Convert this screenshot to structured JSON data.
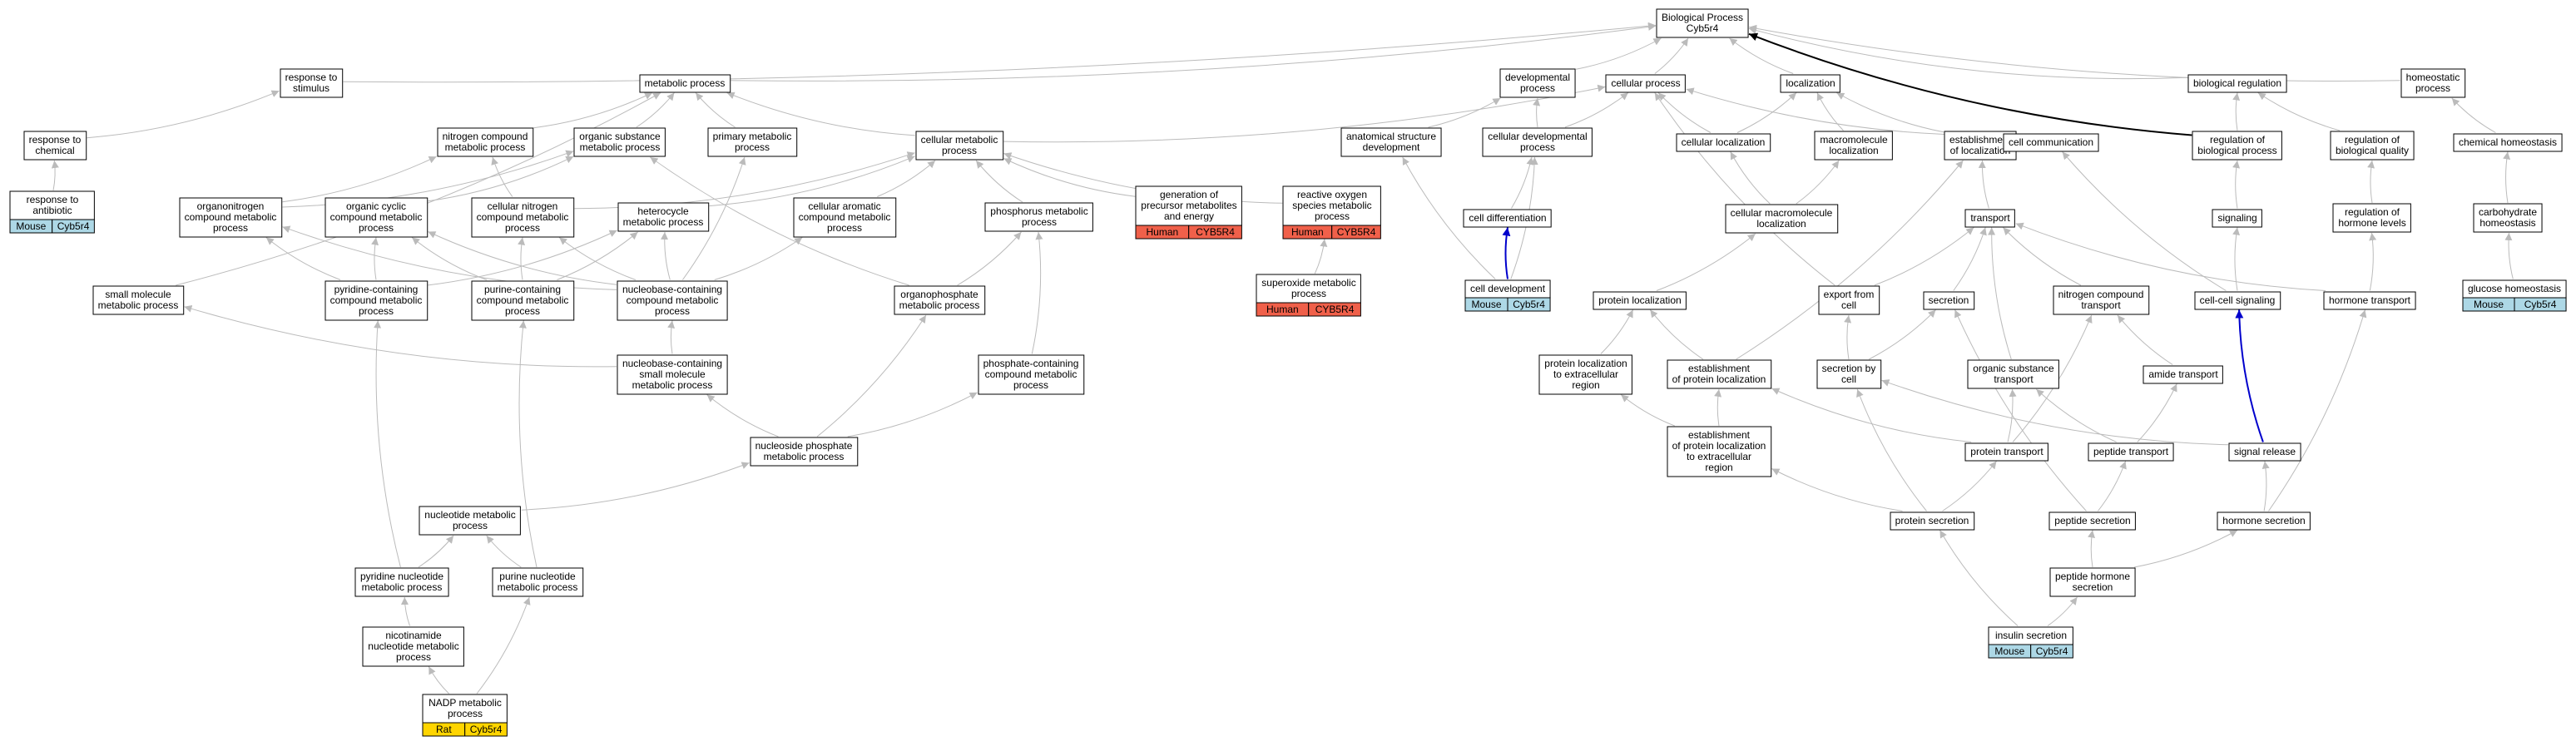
{
  "graph": {
    "colors": {
      "edge": "#bbbbbb",
      "edge_strong": "#000000",
      "edge_blue": "#0000cc",
      "node_border": "#000000",
      "mouse": "#add8e6",
      "human": "#f0604a",
      "rat": "#ffd500"
    },
    "nodes": [
      {
        "id": "root",
        "label": [
          "Biological Process",
          "Cyb5r4"
        ]
      },
      {
        "id": "metabolic",
        "label": [
          "metabolic process"
        ]
      },
      {
        "id": "response_stim",
        "label": [
          "response to",
          "stimulus"
        ]
      },
      {
        "id": "response_chem",
        "label": [
          "response to",
          "chemical"
        ]
      },
      {
        "id": "response_anti",
        "label": [
          "response to",
          "antibiotic"
        ],
        "badge": {
          "org": "Mouse",
          "gene": "Cyb5r4",
          "color": "mouse"
        }
      },
      {
        "id": "nitrogen_cmp",
        "label": [
          "nitrogen compound",
          "metabolic process"
        ]
      },
      {
        "id": "organic_sub",
        "label": [
          "organic substance",
          "metabolic process"
        ]
      },
      {
        "id": "primary",
        "label": [
          "primary metabolic",
          "process"
        ]
      },
      {
        "id": "cellular_met",
        "label": [
          "cellular metabolic",
          "process"
        ]
      },
      {
        "id": "organonitrogen",
        "label": [
          "organonitrogen",
          "compound metabolic",
          "process"
        ]
      },
      {
        "id": "organic_cyclic",
        "label": [
          "organic cyclic",
          "compound metabolic",
          "process"
        ]
      },
      {
        "id": "cell_nitrogen",
        "label": [
          "cellular nitrogen",
          "compound metabolic",
          "process"
        ]
      },
      {
        "id": "heterocycle",
        "label": [
          "heterocycle",
          "metabolic process"
        ]
      },
      {
        "id": "cell_aromatic",
        "label": [
          "cellular aromatic",
          "compound metabolic",
          "process"
        ]
      },
      {
        "id": "phosphorus",
        "label": [
          "phosphorus metabolic",
          "process"
        ]
      },
      {
        "id": "precursor",
        "label": [
          "generation of",
          "precursor metabolites",
          "and energy"
        ],
        "badge": {
          "org": "Human",
          "gene": "CYB5R4",
          "color": "human"
        }
      },
      {
        "id": "ros",
        "label": [
          "reactive oxygen",
          "species metabolic",
          "process"
        ],
        "badge": {
          "org": "Human",
          "gene": "CYB5R4",
          "color": "human"
        }
      },
      {
        "id": "superoxide",
        "label": [
          "superoxide metabolic",
          "process"
        ],
        "badge": {
          "org": "Human",
          "gene": "CYB5R4",
          "color": "human"
        }
      },
      {
        "id": "small_mol",
        "label": [
          "small molecule",
          "metabolic process"
        ]
      },
      {
        "id": "pyridine_cmp",
        "label": [
          "pyridine-containing",
          "compound metabolic",
          "process"
        ]
      },
      {
        "id": "purine_cmp",
        "label": [
          "purine-containing",
          "compound metabolic",
          "process"
        ]
      },
      {
        "id": "nucleobase_cmp",
        "label": [
          "nucleobase-containing",
          "compound metabolic",
          "process"
        ]
      },
      {
        "id": "organophosphate",
        "label": [
          "organophosphate",
          "metabolic process"
        ]
      },
      {
        "id": "nucleobase_small",
        "label": [
          "nucleobase-containing",
          "small molecule",
          "metabolic process"
        ]
      },
      {
        "id": "phosphate_cmp",
        "label": [
          "phosphate-containing",
          "compound metabolic",
          "process"
        ]
      },
      {
        "id": "nucleoside_phos",
        "label": [
          "nucleoside phosphate",
          "metabolic process"
        ]
      },
      {
        "id": "nucleotide",
        "label": [
          "nucleotide metabolic",
          "process"
        ]
      },
      {
        "id": "pyridine_nuc",
        "label": [
          "pyridine nucleotide",
          "metabolic process"
        ]
      },
      {
        "id": "purine_nuc",
        "label": [
          "purine nucleotide",
          "metabolic process"
        ]
      },
      {
        "id": "nicotinamide",
        "label": [
          "nicotinamide",
          "nucleotide metabolic",
          "process"
        ]
      },
      {
        "id": "nadp",
        "label": [
          "NADP metabolic",
          "process"
        ],
        "badge": {
          "org": "Rat",
          "gene": "Cyb5r4",
          "color": "rat"
        }
      },
      {
        "id": "developmental",
        "label": [
          "developmental",
          "process"
        ]
      },
      {
        "id": "anatomical",
        "label": [
          "anatomical structure",
          "development"
        ]
      },
      {
        "id": "cellular_proc",
        "label": [
          "cellular process"
        ]
      },
      {
        "id": "cell_dev_proc",
        "label": [
          "cellular developmental",
          "process"
        ]
      },
      {
        "id": "cell_diff",
        "label": [
          "cell differentiation"
        ]
      },
      {
        "id": "cell_dev",
        "label": [
          "cell development"
        ],
        "badge": {
          "org": "Mouse",
          "gene": "Cyb5r4",
          "color": "mouse"
        }
      },
      {
        "id": "localization",
        "label": [
          "localization"
        ]
      },
      {
        "id": "cell_loc",
        "label": [
          "cellular localization"
        ]
      },
      {
        "id": "macro_loc",
        "label": [
          "macromolecule",
          "localization"
        ]
      },
      {
        "id": "est_loc",
        "label": [
          "establishment",
          "of localization"
        ]
      },
      {
        "id": "cell_comm",
        "label": [
          "cell communication"
        ]
      },
      {
        "id": "cell_macro_loc",
        "label": [
          "cellular macromolecule",
          "localization"
        ]
      },
      {
        "id": "transport",
        "label": [
          "transport"
        ]
      },
      {
        "id": "protein_loc",
        "label": [
          "protein localization"
        ]
      },
      {
        "id": "export",
        "label": [
          "export from",
          "cell"
        ]
      },
      {
        "id": "secretion",
        "label": [
          "secretion"
        ]
      },
      {
        "id": "nitrogen_trans",
        "label": [
          "nitrogen compound",
          "transport"
        ]
      },
      {
        "id": "protein_loc_extra",
        "label": [
          "protein localization",
          "to extracellular",
          "region"
        ]
      },
      {
        "id": "est_protein_loc",
        "label": [
          "establishment",
          "of protein localization"
        ]
      },
      {
        "id": "secretion_cell",
        "label": [
          "secretion by",
          "cell"
        ]
      },
      {
        "id": "organic_trans",
        "label": [
          "organic substance",
          "transport"
        ]
      },
      {
        "id": "amide_trans",
        "label": [
          "amide transport"
        ]
      },
      {
        "id": "est_protein_extra",
        "label": [
          "establishment",
          "of protein localization",
          "to extracellular",
          "region"
        ]
      },
      {
        "id": "protein_trans",
        "label": [
          "protein transport"
        ]
      },
      {
        "id": "peptide_trans",
        "label": [
          "peptide transport"
        ]
      },
      {
        "id": "protein_secr",
        "label": [
          "protein secretion"
        ]
      },
      {
        "id": "peptide_secr",
        "label": [
          "peptide secretion"
        ]
      },
      {
        "id": "peptide_hormone",
        "label": [
          "peptide hormone",
          "secretion"
        ]
      },
      {
        "id": "insulin",
        "label": [
          "insulin secretion"
        ],
        "badge": {
          "org": "Mouse",
          "gene": "Cyb5r4",
          "color": "mouse"
        }
      },
      {
        "id": "bio_reg",
        "label": [
          "biological regulation"
        ]
      },
      {
        "id": "reg_bio",
        "label": [
          "regulation of",
          "biological process"
        ]
      },
      {
        "id": "reg_quality",
        "label": [
          "regulation of",
          "biological quality"
        ]
      },
      {
        "id": "signaling",
        "label": [
          "signaling"
        ]
      },
      {
        "id": "reg_hormone",
        "label": [
          "regulation of",
          "hormone levels"
        ]
      },
      {
        "id": "cc_signaling",
        "label": [
          "cell-cell signaling"
        ]
      },
      {
        "id": "hormone_trans",
        "label": [
          "hormone transport"
        ]
      },
      {
        "id": "signal_release",
        "label": [
          "signal release"
        ]
      },
      {
        "id": "hormone_secr",
        "label": [
          "hormone secretion"
        ]
      },
      {
        "id": "homeostatic",
        "label": [
          "homeostatic",
          "process"
        ]
      },
      {
        "id": "chem_homeo",
        "label": [
          "chemical homeostasis"
        ]
      },
      {
        "id": "carb_homeo",
        "label": [
          "carbohydrate",
          "homeostasis"
        ]
      },
      {
        "id": "glucose_homeo",
        "label": [
          "glucose homeostasis"
        ],
        "badge": {
          "org": "Mouse",
          "gene": "Cyb5r4",
          "color": "mouse"
        }
      }
    ],
    "edges": [
      [
        "metabolic",
        "root"
      ],
      [
        "response_stim",
        "root"
      ],
      [
        "developmental",
        "root"
      ],
      [
        "cellular_proc",
        "root"
      ],
      [
        "localization",
        "root"
      ],
      [
        "bio_reg",
        "root"
      ],
      [
        "homeostatic",
        "root"
      ],
      [
        "reg_bio",
        "root",
        "strong"
      ],
      [
        "response_chem",
        "response_stim"
      ],
      [
        "response_anti",
        "response_chem"
      ],
      [
        "nitrogen_cmp",
        "metabolic"
      ],
      [
        "organic_sub",
        "metabolic"
      ],
      [
        "primary",
        "metabolic"
      ],
      [
        "cellular_met",
        "metabolic"
      ],
      [
        "small_mol",
        "metabolic"
      ],
      [
        "cellular_met",
        "cellular_proc"
      ],
      [
        "organonitrogen",
        "nitrogen_cmp"
      ],
      [
        "organonitrogen",
        "organic_sub"
      ],
      [
        "organic_cyclic",
        "organic_sub"
      ],
      [
        "cell_nitrogen",
        "nitrogen_cmp"
      ],
      [
        "cell_nitrogen",
        "cellular_met"
      ],
      [
        "heterocycle",
        "cellular_met"
      ],
      [
        "cell_aromatic",
        "cellular_met"
      ],
      [
        "phosphorus",
        "cellular_met"
      ],
      [
        "precursor",
        "cellular_met"
      ],
      [
        "ros",
        "cellular_met"
      ],
      [
        "superoxide",
        "ros"
      ],
      [
        "pyridine_cmp",
        "organonitrogen"
      ],
      [
        "pyridine_cmp",
        "organic_cyclic"
      ],
      [
        "pyridine_cmp",
        "heterocycle"
      ],
      [
        "purine_cmp",
        "organic_cyclic"
      ],
      [
        "purine_cmp",
        "cell_nitrogen"
      ],
      [
        "purine_cmp",
        "heterocycle"
      ],
      [
        "nucleobase_cmp",
        "organic_cyclic"
      ],
      [
        "nucleobase_cmp",
        "cell_nitrogen"
      ],
      [
        "nucleobase_cmp",
        "heterocycle"
      ],
      [
        "nucleobase_cmp",
        "cell_aromatic"
      ],
      [
        "nucleobase_cmp",
        "organonitrogen"
      ],
      [
        "nucleobase_cmp",
        "primary"
      ],
      [
        "organophosphate",
        "phosphorus"
      ],
      [
        "organophosphate",
        "organic_sub"
      ],
      [
        "nucleobase_small",
        "nucleobase_cmp"
      ],
      [
        "nucleobase_small",
        "small_mol"
      ],
      [
        "phosphate_cmp",
        "phosphorus"
      ],
      [
        "nucleoside_phos",
        "nucleobase_small"
      ],
      [
        "nucleoside_phos",
        "organophosphate"
      ],
      [
        "nucleoside_phos",
        "phosphate_cmp"
      ],
      [
        "nucleotide",
        "nucleoside_phos"
      ],
      [
        "pyridine_nuc",
        "nucleotide"
      ],
      [
        "pyridine_nuc",
        "pyridine_cmp"
      ],
      [
        "purine_nuc",
        "nucleotide"
      ],
      [
        "purine_nuc",
        "purine_cmp"
      ],
      [
        "nicotinamide",
        "pyridine_nuc"
      ],
      [
        "nadp",
        "nicotinamide"
      ],
      [
        "nadp",
        "purine_nuc"
      ],
      [
        "anatomical",
        "developmental"
      ],
      [
        "cell_dev_proc",
        "developmental"
      ],
      [
        "cell_dev_proc",
        "cellular_proc"
      ],
      [
        "cell_diff",
        "cell_dev_proc"
      ],
      [
        "cell_dev",
        "cell_diff",
        "blue"
      ],
      [
        "cell_dev",
        "anatomical"
      ],
      [
        "cell_dev",
        "cell_dev_proc"
      ],
      [
        "cell_loc",
        "localization"
      ],
      [
        "cell_loc",
        "cellular_proc"
      ],
      [
        "macro_loc",
        "localization"
      ],
      [
        "est_loc",
        "localization"
      ],
      [
        "cell_comm",
        "cellular_proc"
      ],
      [
        "cell_macro_loc",
        "cell_loc"
      ],
      [
        "cell_macro_loc",
        "macro_loc"
      ],
      [
        "transport",
        "est_loc"
      ],
      [
        "protein_loc",
        "cell_macro_loc"
      ],
      [
        "export",
        "transport"
      ],
      [
        "export",
        "cellular_proc"
      ],
      [
        "secretion",
        "transport"
      ],
      [
        "nitrogen_trans",
        "transport"
      ],
      [
        "protein_loc_extra",
        "protein_loc"
      ],
      [
        "est_protein_loc",
        "protein_loc"
      ],
      [
        "est_protein_loc",
        "est_loc"
      ],
      [
        "secretion_cell",
        "export"
      ],
      [
        "secretion_cell",
        "secretion"
      ],
      [
        "organic_trans",
        "transport"
      ],
      [
        "amide_trans",
        "nitrogen_trans"
      ],
      [
        "est_protein_extra",
        "protein_loc_extra"
      ],
      [
        "est_protein_extra",
        "est_protein_loc"
      ],
      [
        "protein_trans",
        "organic_trans"
      ],
      [
        "protein_trans",
        "nitrogen_trans"
      ],
      [
        "protein_trans",
        "est_protein_loc"
      ],
      [
        "peptide_trans",
        "organic_trans"
      ],
      [
        "peptide_trans",
        "amide_trans"
      ],
      [
        "protein_secr",
        "protein_trans"
      ],
      [
        "protein_secr",
        "secretion_cell"
      ],
      [
        "protein_secr",
        "est_protein_extra"
      ],
      [
        "peptide_secr",
        "peptide_trans"
      ],
      [
        "peptide_secr",
        "secretion"
      ],
      [
        "peptide_hormone",
        "peptide_secr"
      ],
      [
        "peptide_hormone",
        "hormone_secr"
      ],
      [
        "insulin",
        "peptide_hormone"
      ],
      [
        "insulin",
        "protein_secr"
      ],
      [
        "reg_bio",
        "bio_reg"
      ],
      [
        "reg_quality",
        "bio_reg"
      ],
      [
        "signaling",
        "reg_bio"
      ],
      [
        "reg_hormone",
        "reg_quality"
      ],
      [
        "cc_signaling",
        "signaling"
      ],
      [
        "cc_signaling",
        "cell_comm"
      ],
      [
        "hormone_trans",
        "transport"
      ],
      [
        "hormone_trans",
        "reg_hormone"
      ],
      [
        "signal_release",
        "cc_signaling",
        "blue"
      ],
      [
        "signal_release",
        "secretion_cell"
      ],
      [
        "hormone_secr",
        "signal_release"
      ],
      [
        "hormone_secr",
        "hormone_trans"
      ],
      [
        "chem_homeo",
        "homeostatic"
      ],
      [
        "carb_homeo",
        "chem_homeo"
      ],
      [
        "glucose_homeo",
        "carb_homeo"
      ]
    ]
  }
}
